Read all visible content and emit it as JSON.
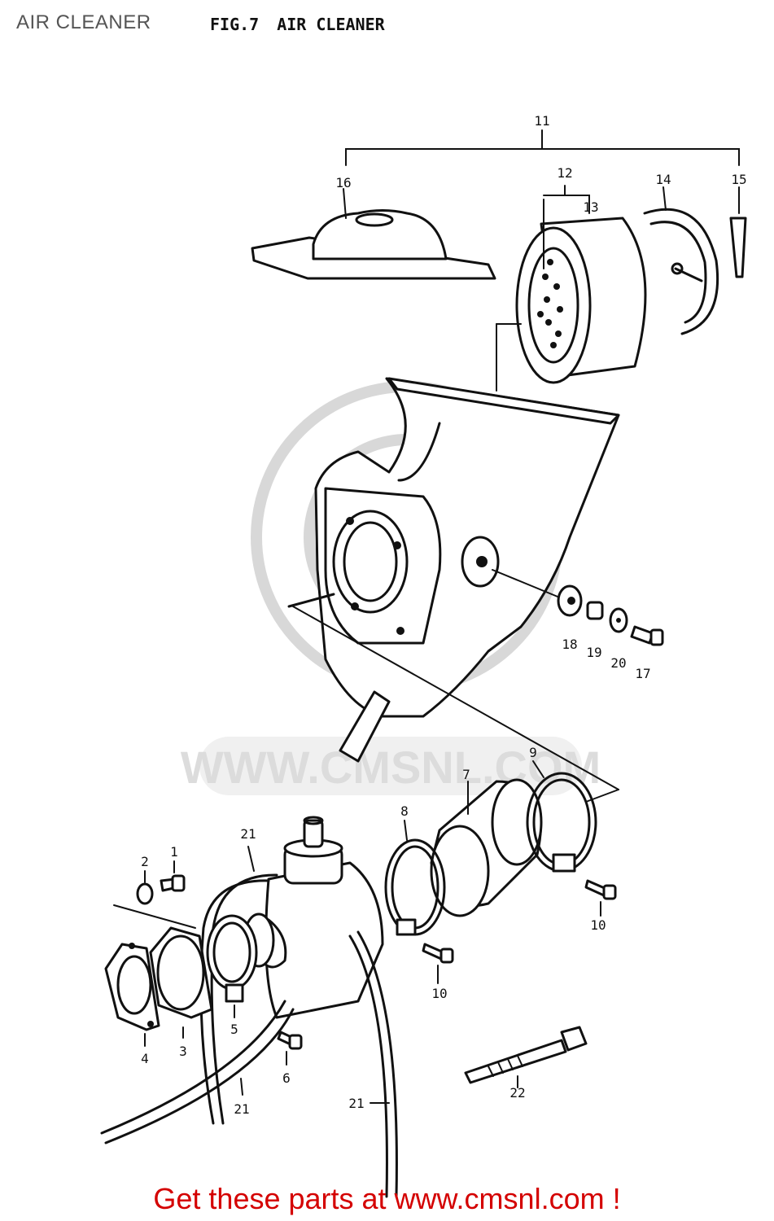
{
  "page_title": "AIR CLEANER",
  "figure": {
    "number": "FIG.7",
    "title": "AIR CLEANER"
  },
  "watermark": "WWW.CMSNL.COM",
  "callouts": {
    "c1": "1",
    "c2": "2",
    "c3": "3",
    "c4": "4",
    "c5": "5",
    "c6": "6",
    "c7": "7",
    "c8": "8",
    "c9": "9",
    "c10a": "10",
    "c10b": "10",
    "c11": "11",
    "c12": "12",
    "c13": "13",
    "c14": "14",
    "c15": "15",
    "c16": "16",
    "c17": "17",
    "c18": "18",
    "c19": "19",
    "c20": "20",
    "c21a": "21",
    "c21b": "21",
    "c21c": "21",
    "c22": "22"
  },
  "footer_link": "Get these parts at www.cmsnl.com !"
}
